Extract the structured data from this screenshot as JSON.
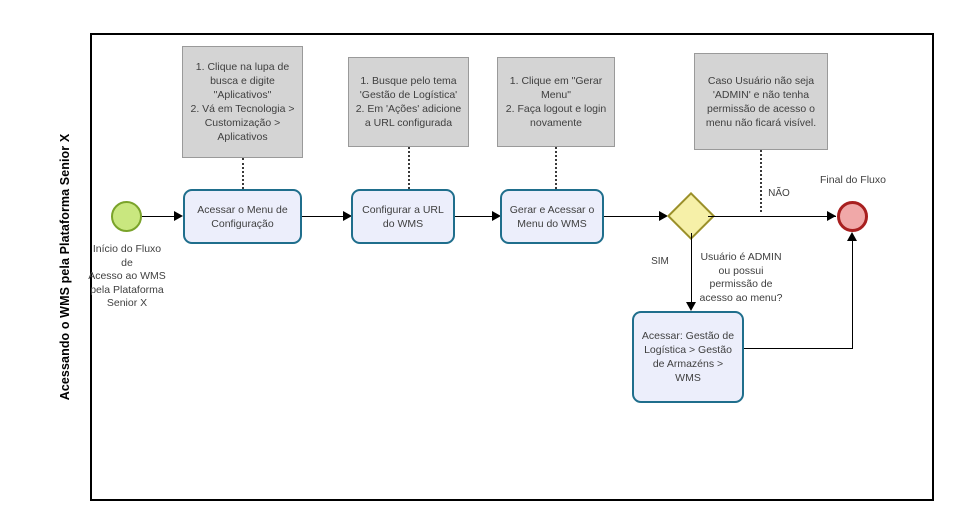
{
  "pool": {
    "title": "Acessando o WMS pela Plataforma Senior X"
  },
  "events": {
    "start": {
      "label": "Início do Fluxo de\nAcesso ao WMS\npela Plataforma\nSenior X",
      "fill": "#c9e77f",
      "stroke": "#7aa32a"
    },
    "end": {
      "label": "Final do Fluxo",
      "fill": "#f0a8a8",
      "stroke": "#a81f1f"
    }
  },
  "tasks": [
    {
      "id": "task-acessar-menu-configuracao",
      "label": "Acessar o Menu de\nConfiguração"
    },
    {
      "id": "task-configurar-url-wms",
      "label": "Configurar a URL\ndo WMS"
    },
    {
      "id": "task-gerar-acessar-menu-wms",
      "label": "Gerar e Acessar o\nMenu do WMS"
    },
    {
      "id": "task-acessar-gestao-logistica",
      "label": "Acessar: Gestão de\nLogística > Gestão\nde Armazéns >\nWMS"
    }
  ],
  "gateway": {
    "label": "Usuário é ADMIN\nou possui\npermissão de\nacesso ao menu?",
    "fill": "#f6f0a8",
    "stroke": "#9a8f2a",
    "branch_yes": "SIM",
    "branch_no": "NÃO"
  },
  "annotations": [
    {
      "id": "annotation-aplicativos",
      "text": "1. Clique na lupa de\nbusca e digite\n\"Aplicativos\"\n2. Vá em Tecnologia >\nCustomização >\nAplicativos"
    },
    {
      "id": "annotation-gestao-logistica",
      "text": "1. Busque pelo tema\n'Gestão de Logística'\n2. Em 'Ações' adicione\na URL configurada"
    },
    {
      "id": "annotation-gerar-menu",
      "text": "1. Clique em \"Gerar\nMenu\"\n2. Faça logout e login\nnovamente"
    },
    {
      "id": "annotation-permissao-admin",
      "text": "Caso Usuário não seja\n'ADMIN' e não tenha\npermissão de acesso o\nmenu não ficará visível."
    }
  ]
}
